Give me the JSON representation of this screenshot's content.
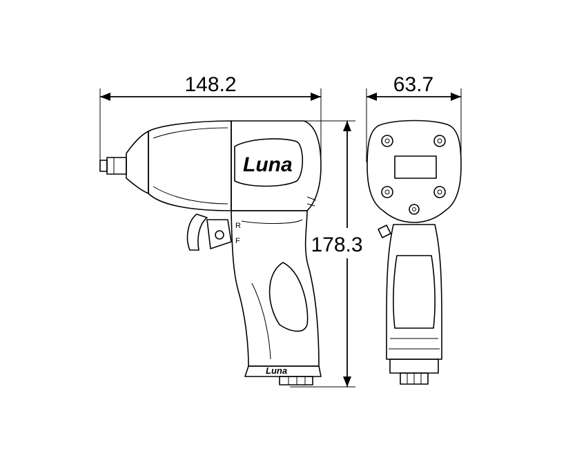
{
  "dimensions": {
    "length": "148.2",
    "width": "63.7",
    "height": "178.3"
  },
  "brand": {
    "logo_text": "Luna"
  },
  "markings": {
    "reverse": "R",
    "forward": "F"
  },
  "colors": {
    "line": "#000000",
    "background": "#ffffff"
  }
}
